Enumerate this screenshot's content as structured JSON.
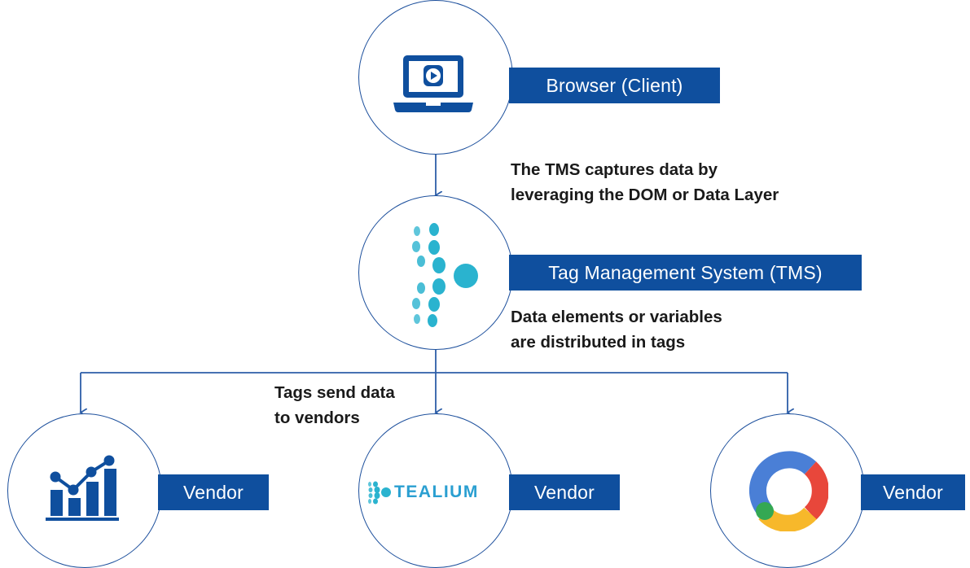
{
  "nodes": {
    "browser": {
      "label": "Browser (Client)",
      "icon": "laptop-play-icon"
    },
    "tms": {
      "label": "Tag Management System (TMS)",
      "icon": "tealium-dots-icon"
    },
    "vendors": [
      {
        "label": "Vendor",
        "icon": "analytics-chart-icon"
      },
      {
        "label": "Vendor",
        "icon": "tealium-logo-icon",
        "logo_text": "TEALIUM"
      },
      {
        "label": "Vendor",
        "icon": "google-marketing-ring-icon"
      }
    ]
  },
  "notes": {
    "capture": "The TMS captures data by\nleveraging the DOM or Data Layer",
    "distribute": "Data elements or variables\nare distributed in tags",
    "send": "Tags send data\nto vendors"
  },
  "colors": {
    "label_bg": "#0f4f9e",
    "circle_stroke": "#1c4f9c",
    "line": "#2d5ea8",
    "teal": "#2ab3cf",
    "google_blue": "#4a7fd6",
    "google_red": "#e8473b",
    "google_yellow": "#f7b82b",
    "google_green": "#34a853"
  }
}
